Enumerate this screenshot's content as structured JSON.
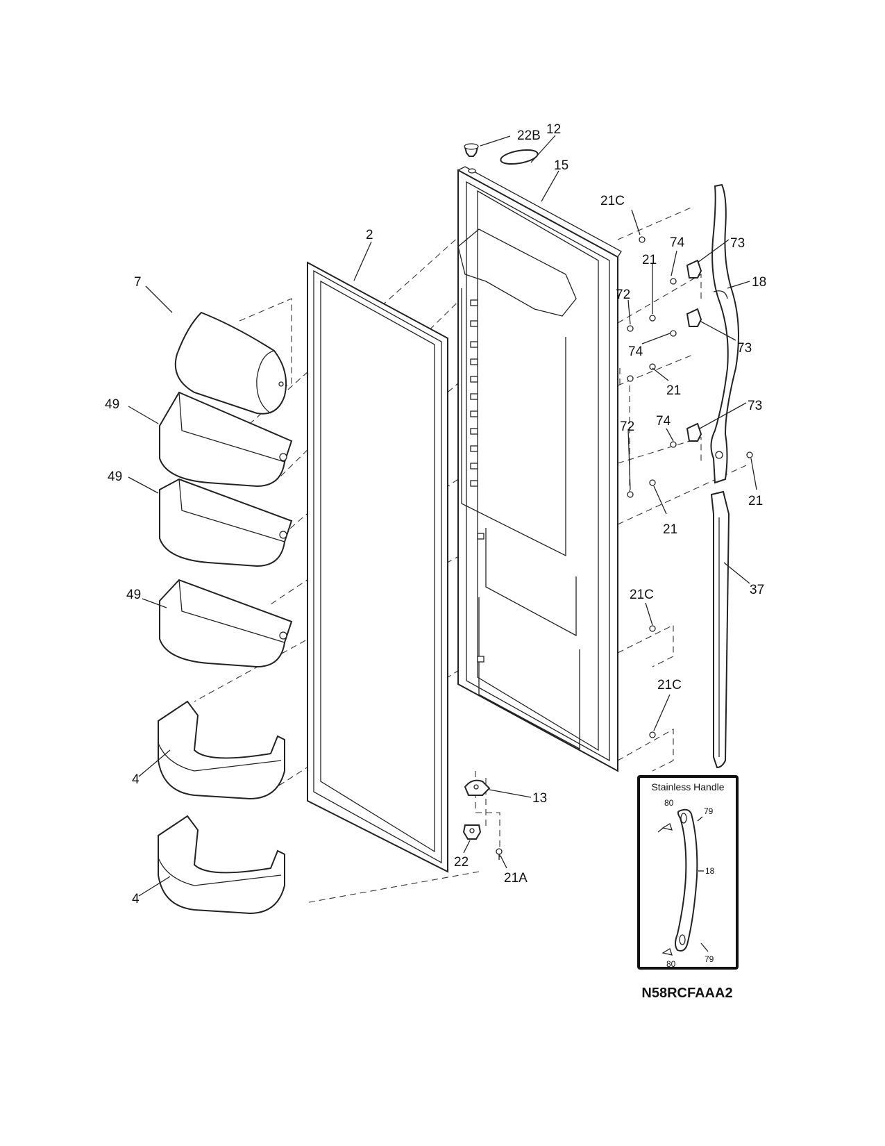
{
  "diagram": {
    "model_code": "N58RCFAAA2",
    "inset_title": "Stainless Handle",
    "callouts": [
      {
        "id": "c-22B",
        "text": "22B"
      },
      {
        "id": "c-12",
        "text": "12"
      },
      {
        "id": "c-15",
        "text": "15"
      },
      {
        "id": "c-2",
        "text": "2"
      },
      {
        "id": "c-7",
        "text": "7"
      },
      {
        "id": "c-49a",
        "text": "49"
      },
      {
        "id": "c-49b",
        "text": "49"
      },
      {
        "id": "c-49c",
        "text": "49"
      },
      {
        "id": "c-4a",
        "text": "4"
      },
      {
        "id": "c-4b",
        "text": "4"
      },
      {
        "id": "c-21Ca",
        "text": "21C"
      },
      {
        "id": "c-21Cb",
        "text": "21C"
      },
      {
        "id": "c-21Cc",
        "text": "21C"
      },
      {
        "id": "c-74a",
        "text": "74"
      },
      {
        "id": "c-74b",
        "text": "74"
      },
      {
        "id": "c-74c",
        "text": "74"
      },
      {
        "id": "c-73a",
        "text": "73"
      },
      {
        "id": "c-73b",
        "text": "73"
      },
      {
        "id": "c-73c",
        "text": "73"
      },
      {
        "id": "c-21a",
        "text": "21"
      },
      {
        "id": "c-21b",
        "text": "21"
      },
      {
        "id": "c-21c",
        "text": "21"
      },
      {
        "id": "c-21d",
        "text": "21"
      },
      {
        "id": "c-72a",
        "text": "72"
      },
      {
        "id": "c-72b",
        "text": "72"
      },
      {
        "id": "c-18",
        "text": "18"
      },
      {
        "id": "c-37",
        "text": "37"
      },
      {
        "id": "c-13",
        "text": "13"
      },
      {
        "id": "c-22",
        "text": "22"
      },
      {
        "id": "c-21A",
        "text": "21A"
      }
    ],
    "inset_callouts": [
      {
        "id": "i-80a",
        "text": "80"
      },
      {
        "id": "i-79a",
        "text": "79"
      },
      {
        "id": "i-18",
        "text": "18"
      },
      {
        "id": "i-80b",
        "text": "80"
      },
      {
        "id": "i-79b",
        "text": "79"
      }
    ]
  }
}
